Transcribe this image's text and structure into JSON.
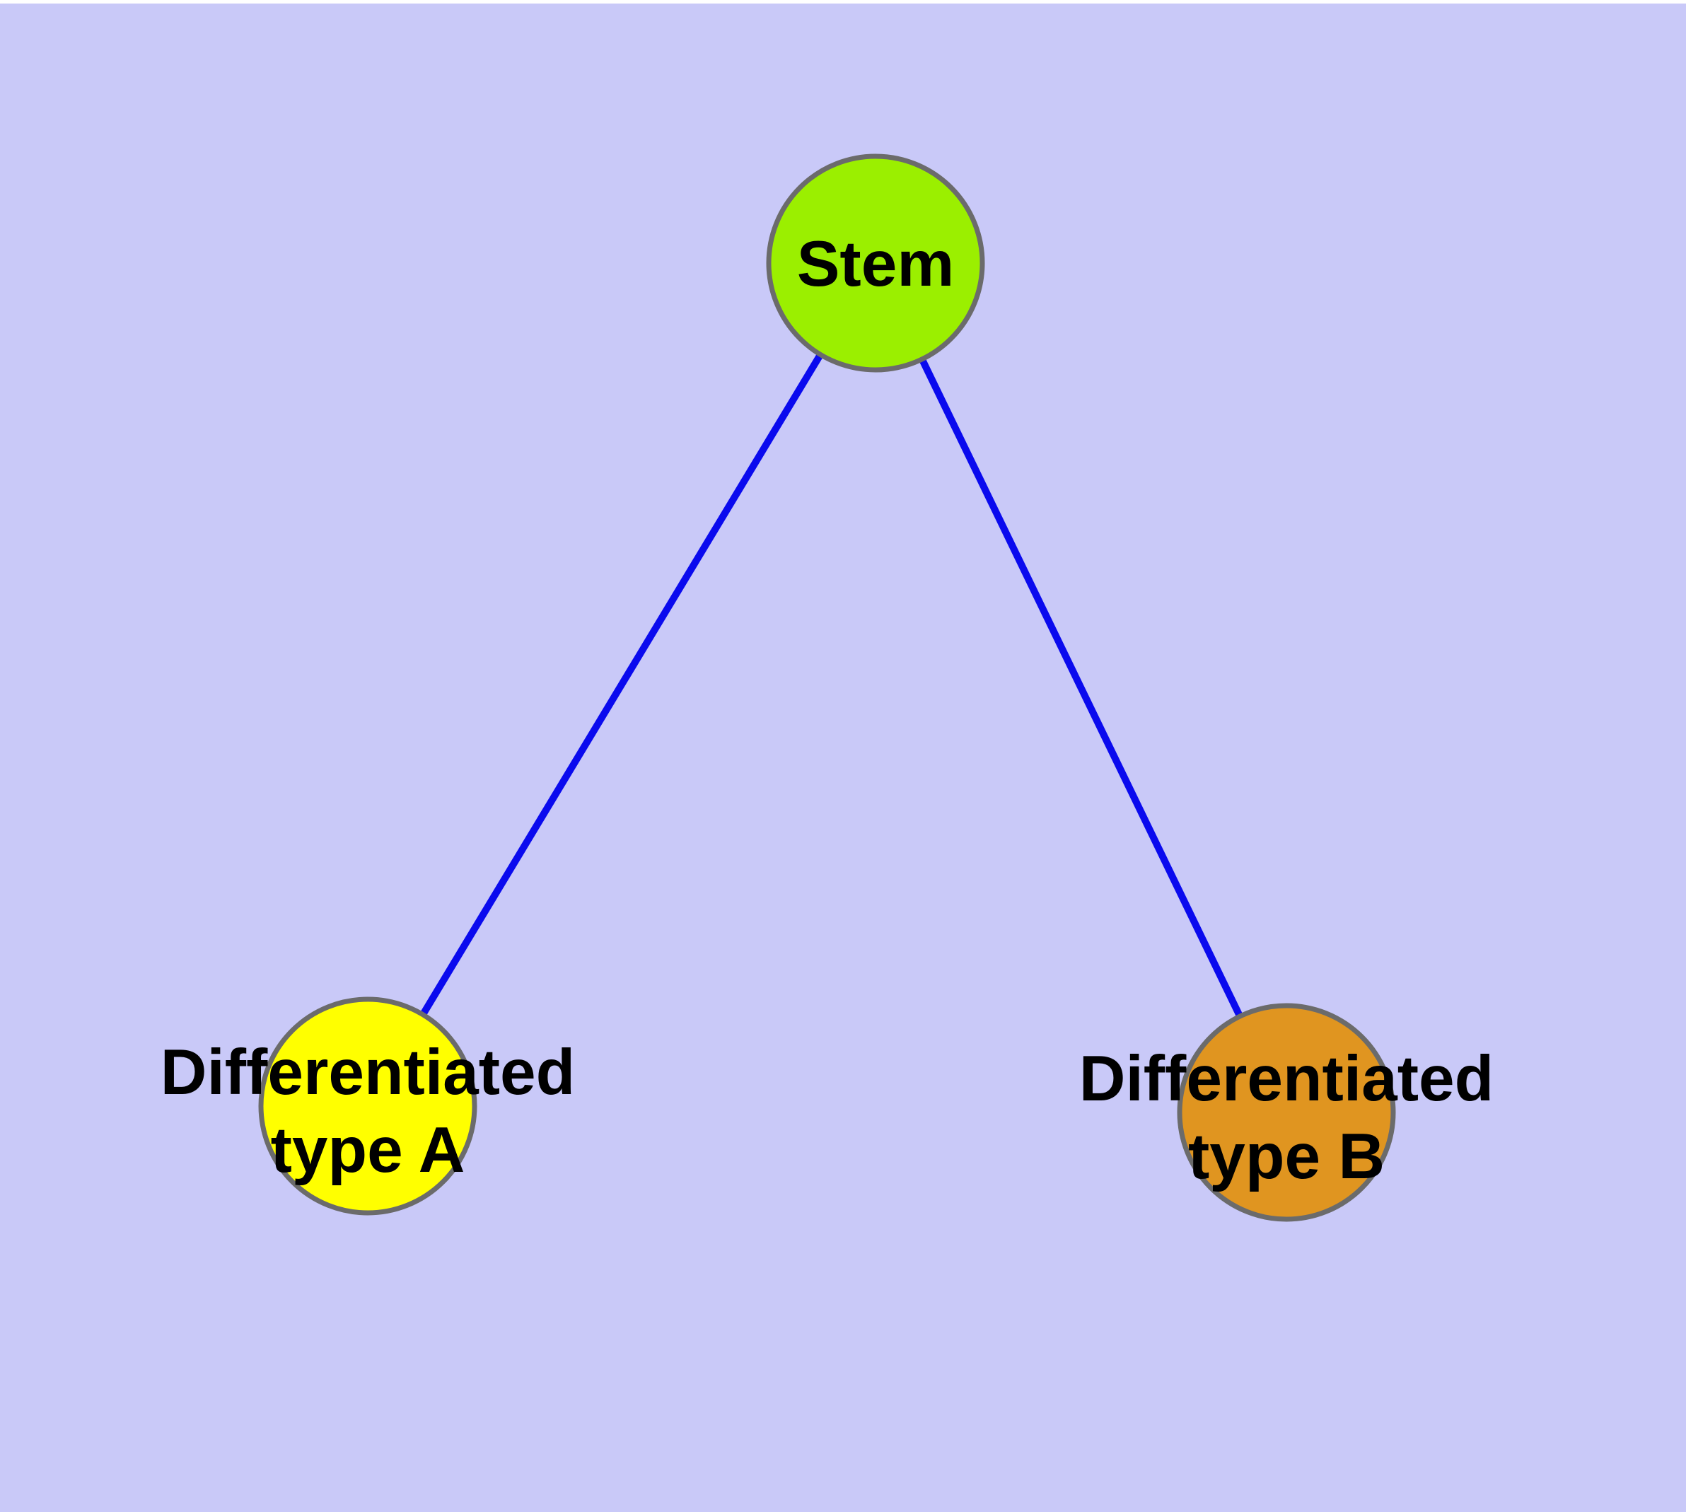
{
  "canvas": {
    "background_color": "#C9C9F8",
    "top_margin_color": "#FFFFFF"
  },
  "graph": {
    "node_border_color": "#6B6B6B",
    "edge_color": "#0A0AEE",
    "label_color": "#000000",
    "nodes": [
      {
        "id": "stem",
        "label": "Stem",
        "lines": [
          "Stem"
        ],
        "fill": "#9BEF00"
      },
      {
        "id": "differentiated-type-a",
        "label": "Differentiated type A",
        "lines": [
          "Differentiated",
          "type A"
        ],
        "fill": "#FFFF00"
      },
      {
        "id": "differentiated-type-b",
        "label": "Differentiated type B",
        "lines": [
          "Differentiated",
          "type B"
        ],
        "fill": "#E09520"
      }
    ],
    "edges": [
      {
        "from": "stem",
        "to": "differentiated-type-a"
      },
      {
        "from": "stem",
        "to": "differentiated-type-b"
      }
    ]
  }
}
